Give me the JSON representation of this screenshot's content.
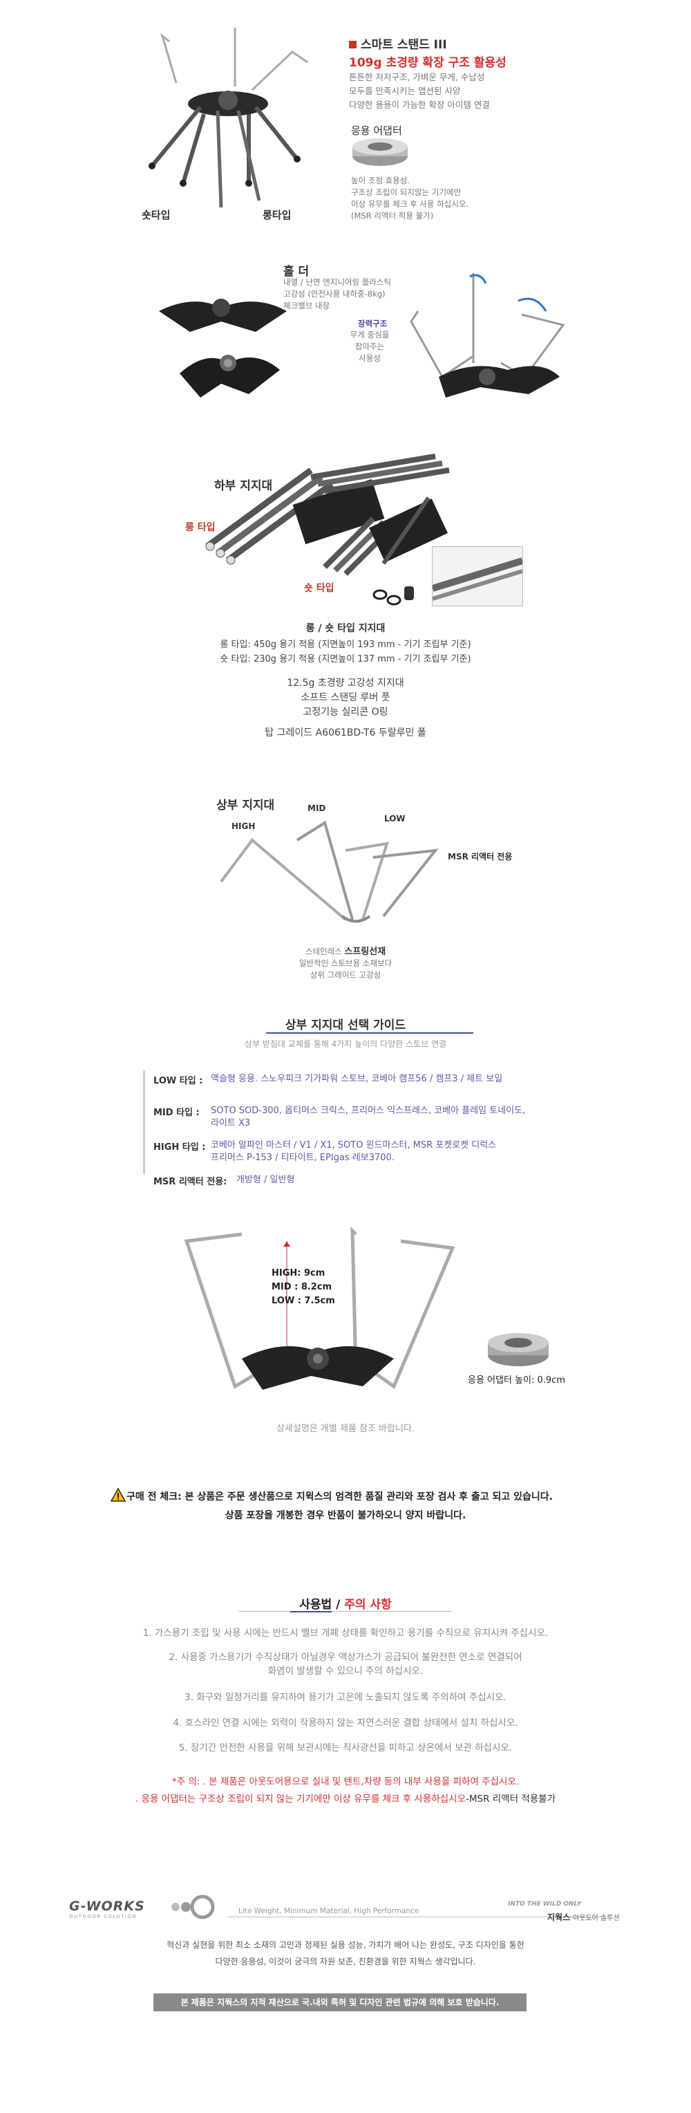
{
  "hero": {
    "title": "스마트 스탠드 III",
    "subtitle": "109g 초경량  확장 구조 활용성",
    "desc": [
      "튼튼한 저저구조, 가벼운 무게, 수납성",
      "모두를 만족시키는 앱션된 사양",
      "다양한 용용이 가능한 확장 아이템 연결"
    ],
    "adapter_title": "응용 어댑터",
    "adapter_desc": [
      "높이 조정 효용성.",
      "구조상 조립이 되지않는 기기에만",
      "이상 유무를 체크 후  사용 하십시오.",
      "(MSR 리액터  적용 불가)"
    ],
    "short_label": "숏타입",
    "long_label": "롱타입"
  },
  "holder": {
    "title": "홀 더",
    "desc": [
      "내열 / 난연 엔지니어링 플라스틱",
      "고강성 (안전사용 내하중-8kg)",
      "체크밸브 내장"
    ],
    "spring_title": "장력구조",
    "spring_desc": [
      "무게 중심을",
      "잡아주는",
      "사용성"
    ]
  },
  "lower": {
    "title": "하부 지지대",
    "long_label": "롱 타입",
    "short_label": "숏 타입",
    "heading": "롱 / 숏 타입 지지대",
    "long_spec": "롱 타입:  450g 용기 적용 (지면높이 193 mm - 기기 조립부 기준)",
    "short_spec": "숏 타입:  230g 용기 적용 (지면높이 137 mm - 기기 조립부 기준)",
    "features": [
      "12.5g 초경량 고강성 지지대",
      "소프트 스탠딩 루버 풋",
      "고정기능 실리콘 O링"
    ],
    "material": "탑 그레이드 A6061BD-T6 두랄루민 폴"
  },
  "upper": {
    "title": "상부 지지대",
    "high": "HIGH",
    "mid": "MID",
    "low": "LOW",
    "msr": "MSR 리액터 전용",
    "material_line1_pre": "스테인레스",
    "material_line1_bold": "스프링선재",
    "material_line2": "일반적인 스토브용 소재보다",
    "material_line3": "상위 그레이드 고강성"
  },
  "guide": {
    "title": "상부 지지대 선택 가이드",
    "subtitle": "상부 받침대 교체를 통해 4가지 높이의 다양한 스토브 연결",
    "rows": [
      {
        "label": "LOW 타입 :",
        "value": [
          "액슬형 응용. 스노우피크 기가파워 스토브, 코베아 캠프56 / 캠프3 / 제트 보일"
        ]
      },
      {
        "label": "MID  타입 :",
        "value": [
          "SOTO SOD-300, 옵티머스 크릭스, 프리머스 익스프레스, 코베아 플레임 토네이도,",
          "라이트 X3"
        ]
      },
      {
        "label": "HIGH 타입 :",
        "value": [
          "코베아 알파인 마스터 / V1 / X1, SOTO 윈드마스터,  MSR 포켓로켓 디럭스",
          "프리머스 P-153 / 티타이트, EPIgas 레보3700."
        ]
      },
      {
        "label": "MSR 리액터 전용:",
        "value": [
          "개방형 / 일반형"
        ]
      }
    ]
  },
  "heights": {
    "high": "HIGH: 9cm",
    "mid": "MID   : 8.2cm",
    "low": "LOW   : 7.5cm",
    "adapter": "응용 어댑터 높이: 0.9cm",
    "note": "상세설명은 개별 제품 참조 바랍니다."
  },
  "notice": {
    "line1": "구매 전 체크: 본 상품은 주문 생산품으로 지윅스의 엄격한 품질 관리와 포장 검사 후 출고 되고 있습니다.",
    "line2": "상품 포장을 개봉한 경우 반품이 불가하오니 양지 바랍니다."
  },
  "usage": {
    "title_part1": "사용법",
    "title_sep": " / ",
    "title_part2": "주의 사항",
    "items": [
      "1. 가스용기 조립 및 사용 시에는 반드시 밸브 개폐 상태를 확인하고 용기를 수직으로 유지시켜 주십시오.",
      "2. 사용중 가스용기가 수직상태가 아닐경우 액상가스가 공급되어 불완전한 연소로 연결되어",
      "화염이 발생할 수 있으니 주의 하십시오.",
      "3. 화구와 일정거리를 유지하여 용기가 고온에 노출되지 않도록 주의하여 주십시오.",
      "4. 호스라인 연결 시에는 외력이 작용하지 않는 자연스러운 결합 상태에서 설치 하십시오.",
      "5. 장기간 안전한 사용을 위해 보관시에는 직사광선을 피하고 상온에서 보관 하십시오."
    ],
    "warn1": "*주 의:  . 본 제품은 아웃도어용으로 실내 및 텐트,차량 등의 내부 사용을 피하여 주십시오.",
    "warn2_red": ". 응용 어댑터는 구조상  조립이 되지 않는 기기에만 이상 유무를 체크 후 사용하십시오",
    "warn2_dark": "-MSR 리액터  적용불가"
  },
  "brand": {
    "logo": "G-WORKS",
    "logo_sub": "OUTDOOR SOLUTION",
    "tagline": "Lite Weight, Minimum Material, High Performance",
    "right_top": "INTO THE WILD ONLY",
    "right_bold": "지웍스",
    "right_small": "아웃도어 솔루션",
    "desc1": "혁신과 실현을 위한 최소 소재의 고민과  정제된 실용 성능, 가치가 배어 나는 완성도, 구조 디자인을 통한",
    "desc2": "다양한 응용성,  이것이 궁극의 자원 보존, 친환경을 위한 지웍스  생각입니다.",
    "banner": "본 제품은 지웍스의 지적 재산으로 국.내외 특허 및 디자인 관련 법규에 의해 보호 받습니다."
  }
}
